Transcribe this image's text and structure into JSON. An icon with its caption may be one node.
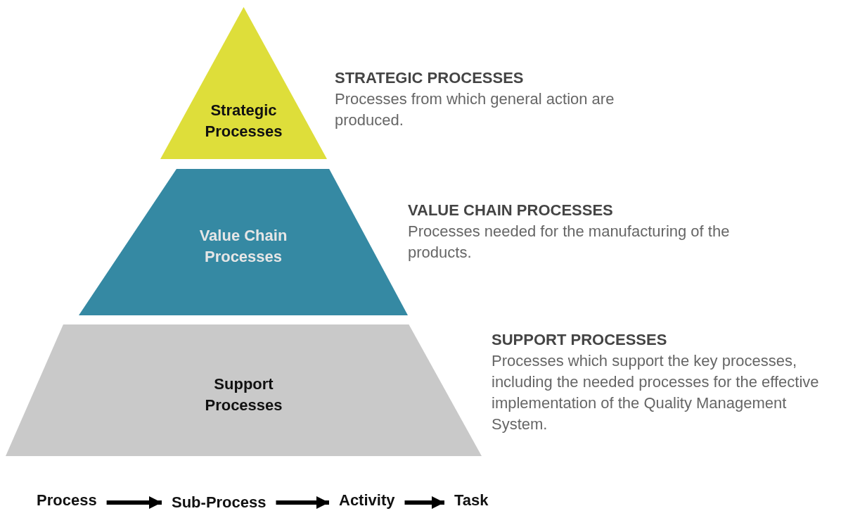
{
  "diagram": {
    "nodes": [
      {
        "text": [
          "Strategic Processes"
        ],
        "beside": [
          "STRATEGIC PROCESSES",
          "Processes from which general action are produced."
        ]
      },
      {
        "text": [
          "Value Chain Processes"
        ],
        "beside": [
          "VALUE CHAIN PROCESSES",
          "Processes needed for the manufacturing of the products."
        ]
      },
      {
        "text": [
          "Support Processes"
        ],
        "beside": [
          "SUPPORT PROCESSES",
          "Processes which support the key processes, including the needed processes for the effective implementation of the Quality Management System."
        ]
      },
      {
        "text": [
          "Process"
        ]
      },
      {
        "text": [
          "Sub-Process"
        ]
      },
      {
        "text": [
          "Activity"
        ]
      },
      {
        "text": [
          "Task"
        ]
      }
    ],
    "edges": [
      {
        "from": 3,
        "to": 4,
        "arrow": "to"
      },
      {
        "from": 4,
        "to": 5,
        "arrow": "to"
      },
      {
        "from": 5,
        "to": 6,
        "arrow": "to"
      }
    ]
  }
}
